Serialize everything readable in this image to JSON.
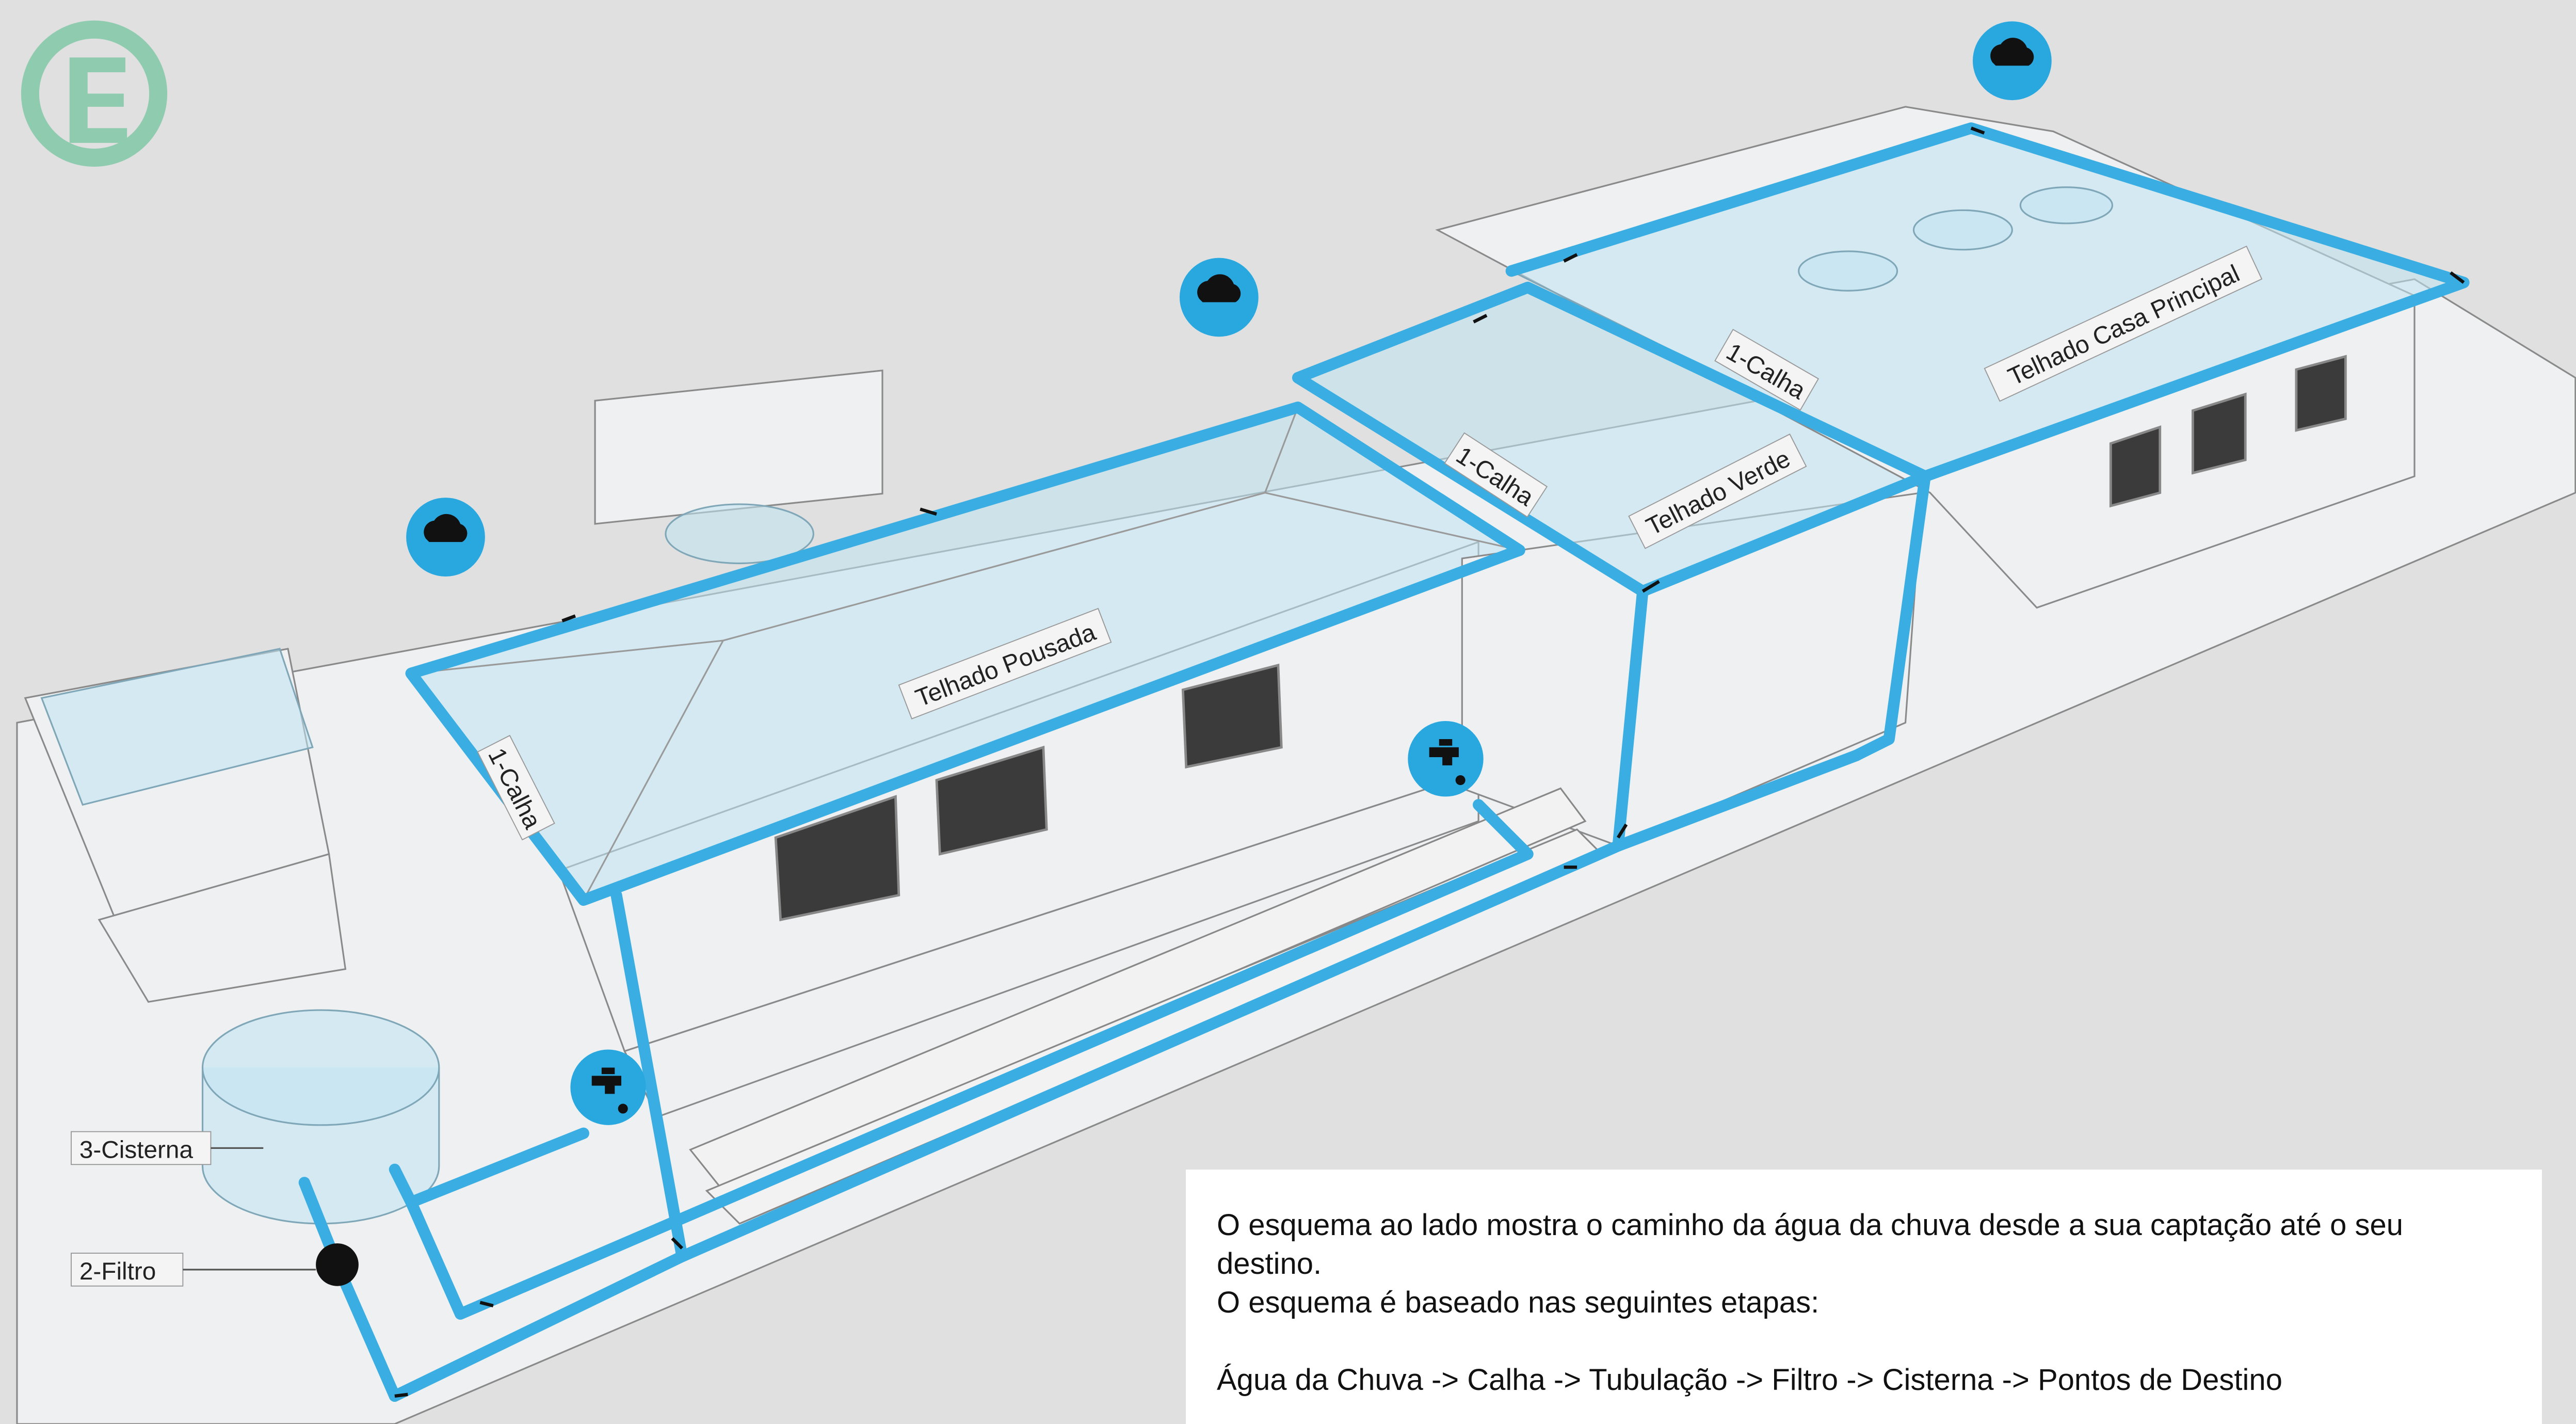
{
  "logo": {
    "letter": "E",
    "color": "#8fcbaf"
  },
  "roofs": {
    "pousada": "Telhado Pousada",
    "verde": "Telhado Verde",
    "principal": "Telhado Casa Principal"
  },
  "gutters": [
    "1-Calha",
    "1-Calha",
    "1-Calha"
  ],
  "callouts": {
    "cistern": "3-Cisterna",
    "filter": "2-Filtro"
  },
  "icons": {
    "rain": "rain-cloud-icon",
    "tap": "water-tap-icon",
    "pipe_color": "#3aaee2",
    "badge_color": "#29a8e0"
  },
  "info": {
    "line1": "O esquema ao lado mostra o caminho da água da chuva desde a sua captação até o seu destino.",
    "line2": "O esquema é baseado nas seguintes etapas:",
    "flow": "Água da Chuva -> Calha -> Tubulação -> Filtro -> Cisterna -> Pontos de Destino"
  }
}
